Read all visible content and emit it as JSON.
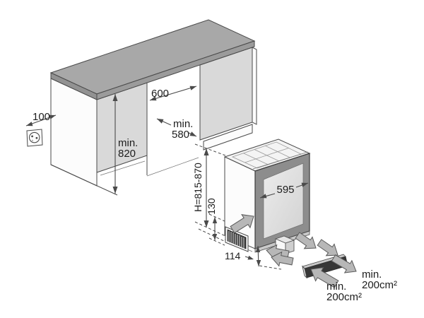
{
  "diagram": {
    "labels": {
      "outlet_clearance": "100",
      "niche_width": "600",
      "niche_depth": {
        "prefix": "min.",
        "value": "580"
      },
      "niche_height": {
        "prefix": "min.",
        "value": "820"
      },
      "appliance_height_range": "H=815-870",
      "grille_height": "130",
      "appliance_width": "595",
      "plinth_clearance": "114",
      "vent_area_bottom": {
        "prefix": "min.",
        "value": "200cm²"
      },
      "vent_area_right": {
        "prefix": "min.",
        "value": "200cm²"
      }
    },
    "colors": {
      "counter_top": "#a8a8a8",
      "counter_edge": "#9b9b9b",
      "cabinet_front": "#d9d9d9",
      "panel_white": "#fcfcfc",
      "door_frame": "#8d8d8d",
      "vent_dark": "#373737",
      "arrow_fill": "#b7b7b7",
      "line": "#4a4a4a",
      "text": "#1d1d1d"
    }
  }
}
